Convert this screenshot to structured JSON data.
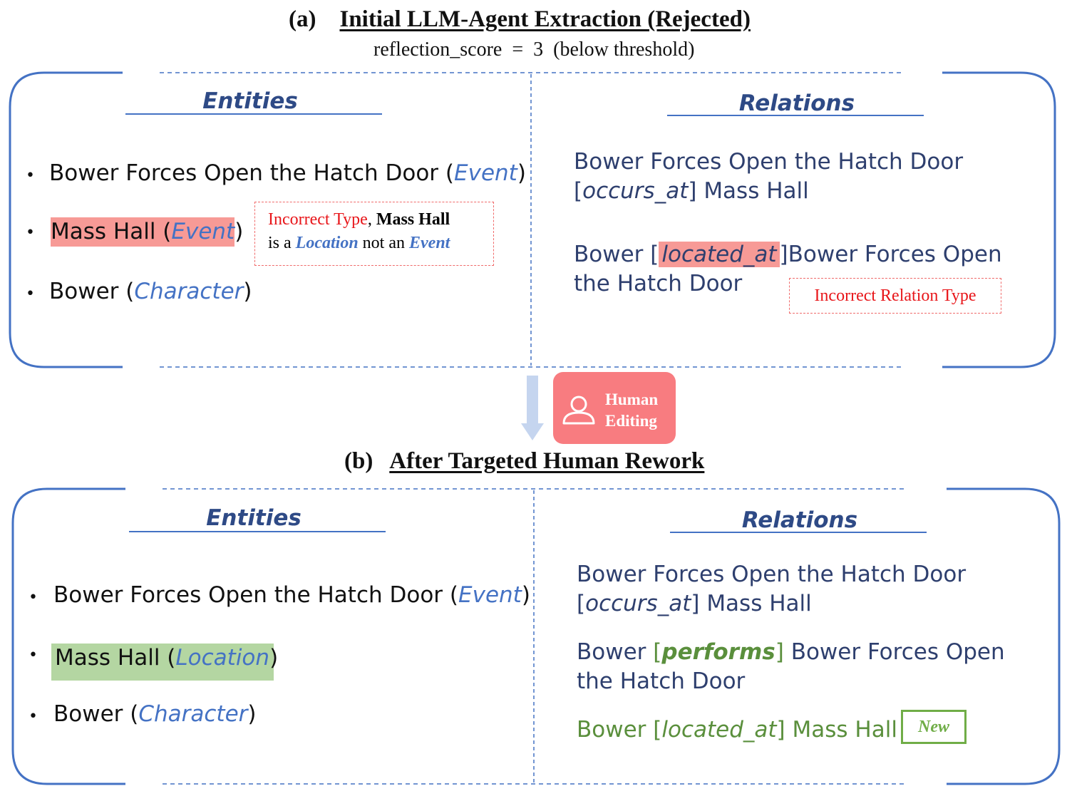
{
  "panel_a": {
    "label": "(a)",
    "title": "Initial LLM-Agent Extraction (Rejected)",
    "score_text": "reflection_score  =  3  (below threshold)",
    "entities_heading": "Entities",
    "relations_heading": "Relations",
    "entities": [
      {
        "name": "Bower Forces Open the Hatch Door",
        "type": "Event"
      },
      {
        "name": "Mass Hall",
        "type": "Event"
      },
      {
        "name": "Bower",
        "type": "Character"
      }
    ],
    "note_entity": {
      "line1_red": "Incorrect Type",
      "line1_comma": ",",
      "line1_bold": "Mass Hall",
      "line2_a": "is a",
      "line2_loc": "Location",
      "line2_b": "not an",
      "line2_event": "Event"
    },
    "relations": [
      {
        "subject": "Bower Forces Open the Hatch Door",
        "relation": "occurs_at",
        "object": "Mass Hall"
      },
      {
        "subject": "Bower",
        "relation": "located_at",
        "object_line1": "Bower Forces Open",
        "object_line2": "the Hatch Door"
      }
    ],
    "note_relation": "Incorrect Relation Type"
  },
  "human_editing": {
    "line1": "Human",
    "line2": "Editing",
    "icon": "user-icon"
  },
  "panel_b": {
    "label": "(b)",
    "title": "After Targeted Human Rework",
    "entities_heading": "Entities",
    "relations_heading": "Relations",
    "entities": [
      {
        "name": "Bower Forces Open the Hatch Door",
        "type": "Event"
      },
      {
        "name": "Mass Hall",
        "type": "Location"
      },
      {
        "name": "Bower",
        "type": "Character"
      }
    ],
    "relations": [
      {
        "subject": "Bower Forces Open the Hatch Door",
        "relation": "occurs_at",
        "object": "Mass Hall"
      },
      {
        "subject": "Bower",
        "relation": "performs",
        "object_line1": "Bower Forces Open",
        "object_line2": "the Hatch Door"
      },
      {
        "subject": "Bower",
        "relation": "located_at",
        "object": "Mass Hall"
      }
    ],
    "new_badge": "New"
  },
  "colors": {
    "frame_blue": "#4472c4",
    "heading_blue": "#2e4a86",
    "error_red": "#f06b6b",
    "error_fill": "#f79a96",
    "fix_green": "#5a8f3c",
    "fix_fill": "#b4d6a2",
    "human_pink": "#f87c80"
  }
}
